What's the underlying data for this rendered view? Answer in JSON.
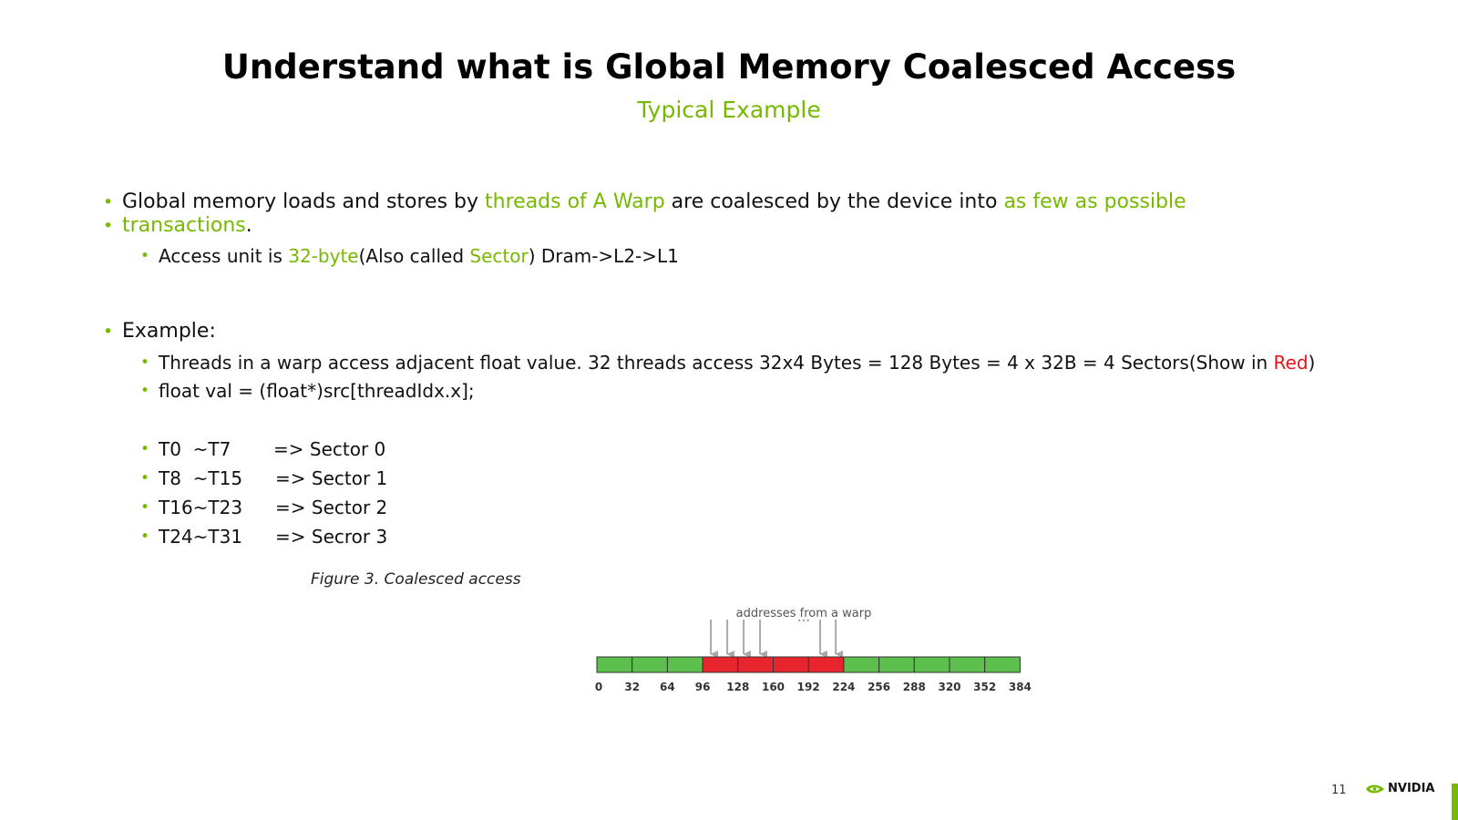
{
  "slide": {
    "title": "Understand what is Global Memory Coalesced Access",
    "subtitle": "Typical Example",
    "bullet1": {
      "t1": "Global memory loads and stores by ",
      "h1": "threads of A Warp",
      "t2": " are coalesced by the device into ",
      "h2": "as few as possible",
      "h3": "transactions",
      "t3": "."
    },
    "sub1": {
      "t1": "Access unit is ",
      "h1": "32-byte",
      "t2": "(Also called ",
      "h2": "Sector",
      "t3": ") Dram->L2->L1"
    },
    "bullet2": "Example:",
    "sub2": {
      "t1": "Threads in a warp access adjacent float value. 32 threads access 32x4 Bytes = 128 Bytes = 4 x 32B = 4 Sectors(Show in ",
      "red": "Red",
      "t2": ")"
    },
    "sub3": "float val = (float*)src[threadIdx.x];",
    "mapping": [
      {
        "threads": "T0  ~T7",
        "sector": "=> Sector 0"
      },
      {
        "threads": "T8  ~T15",
        "sector": "=> Sector 1"
      },
      {
        "threads": "T16~T23",
        "sector": "=> Sector 2"
      },
      {
        "threads": "T24~T31",
        "sector": "=> Secror 3"
      }
    ],
    "caption": "Figure 3. Coalesced access",
    "page_number": "11",
    "logo_text": "NVIDIA"
  },
  "figure": {
    "label": "addresses from a warp",
    "ellipsis": "•••",
    "ticks": [
      "0",
      "32",
      "64",
      "96",
      "128",
      "160",
      "192",
      "224",
      "256",
      "288",
      "320",
      "352",
      "384"
    ],
    "accessed_segments": [
      3,
      4,
      5,
      6
    ],
    "segment_count": 12,
    "colors": {
      "accessed": "#e8242c",
      "normal": "#5cbf4e",
      "arrow": "#a9a9a9",
      "border": "#333333"
    }
  },
  "colors": {
    "accent": "#76b900",
    "red": "#e8141c"
  }
}
